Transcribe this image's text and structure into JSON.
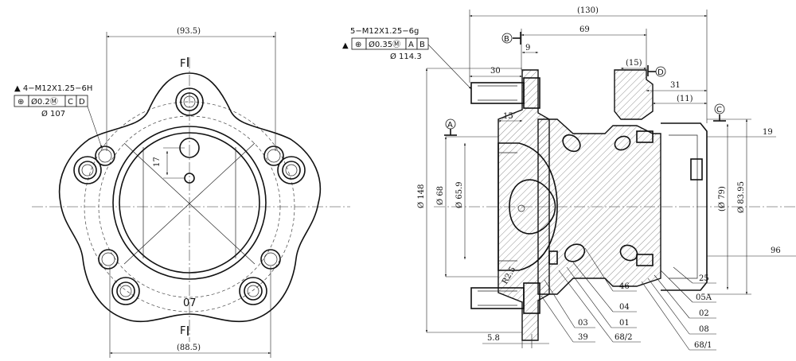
{
  "front_view": {
    "dim_top": "(93.5)",
    "dim_bottom": "(88.5)",
    "dim_17": "17",
    "thread_callout": "▲ 4−M12X1.25−6H",
    "fcf": {
      "sym": "⊕",
      "tol": "Ø0.2Ⓜ",
      "ref1": "C",
      "ref2": "D"
    },
    "pcd": "Ø 107",
    "section_top": "F",
    "section_bottom": "F",
    "mark_07": "07"
  },
  "section_view": {
    "thread_callout": "5−M12X1.25−6g",
    "fcf": {
      "flag": "▲",
      "sym": "⊕",
      "tol": "Ø0.35Ⓜ",
      "ref1": "A",
      "ref2": "B"
    },
    "pcd": "Ø 114.3",
    "datums": {
      "A": "A",
      "B": "B",
      "C": "C",
      "D": "D"
    },
    "dims": {
      "d130": "(130)",
      "d69": "69",
      "d9": "9",
      "d15a": "(15)",
      "d30": "30",
      "d31": "31",
      "d11": "(11)",
      "d15": "15",
      "d19": "19",
      "d148": "Ø 148",
      "d68": "Ø 68",
      "d659": "Ø 65.9",
      "d79": "(Ø 79)",
      "d8395": "Ø 83.95",
      "d96": "96",
      "d58": "5.8",
      "r25": "R2.5"
    },
    "part_labels": [
      "46",
      "04",
      "01",
      "68/2",
      "03",
      "39",
      "25",
      "05A",
      "02",
      "08",
      "68/1"
    ]
  }
}
